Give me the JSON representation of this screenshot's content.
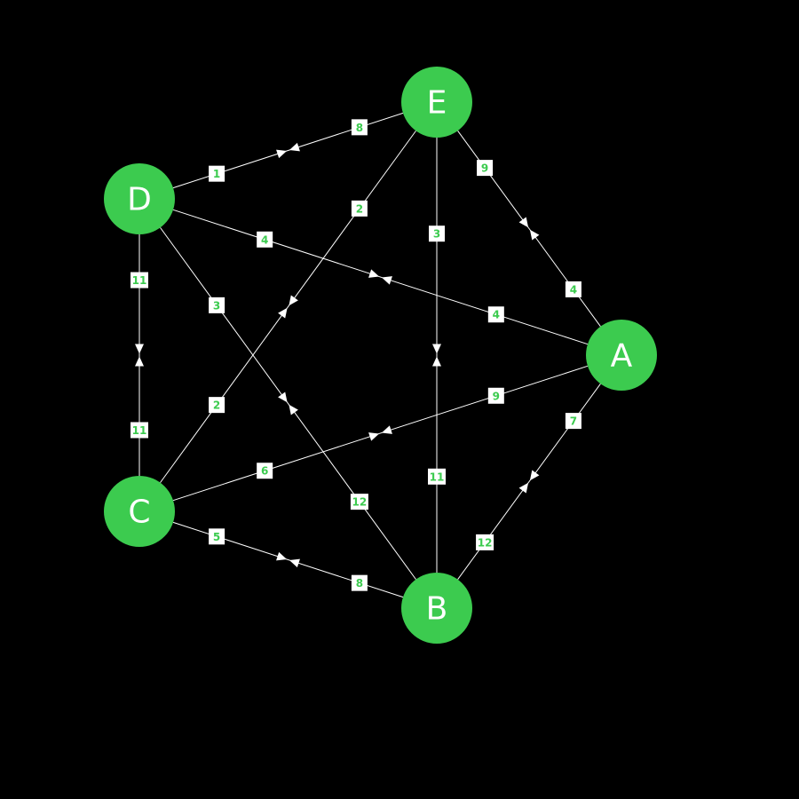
{
  "colors": {
    "background": "#000000",
    "node": "#3ccb4f",
    "edge": "#ffffff",
    "label_text": "#3ccb4f",
    "label_bg": "#ffffff"
  },
  "nodes": [
    {
      "id": "A",
      "label": "A"
    },
    {
      "id": "B",
      "label": "B"
    },
    {
      "id": "C",
      "label": "C"
    },
    {
      "id": "D",
      "label": "D"
    },
    {
      "id": "E",
      "label": "E"
    }
  ],
  "edges": [
    {
      "from": "E",
      "to": "D",
      "w_from": "8",
      "w_to": "1"
    },
    {
      "from": "E",
      "to": "A",
      "w_from": "9",
      "w_to": "4"
    },
    {
      "from": "E",
      "to": "C",
      "w_from": "2",
      "w_to": "2"
    },
    {
      "from": "E",
      "to": "B",
      "w_from": "3",
      "w_to": "11"
    },
    {
      "from": "D",
      "to": "A",
      "w_from": "4",
      "w_to": "4"
    },
    {
      "from": "D",
      "to": "C",
      "w_from": "11",
      "w_to": "11"
    },
    {
      "from": "D",
      "to": "B",
      "w_from": "3",
      "w_to": "12"
    },
    {
      "from": "A",
      "to": "C",
      "w_from": "9",
      "w_to": "6"
    },
    {
      "from": "A",
      "to": "B",
      "w_from": "7",
      "w_to": "12"
    },
    {
      "from": "C",
      "to": "B",
      "w_from": "5",
      "w_to": "8"
    }
  ]
}
